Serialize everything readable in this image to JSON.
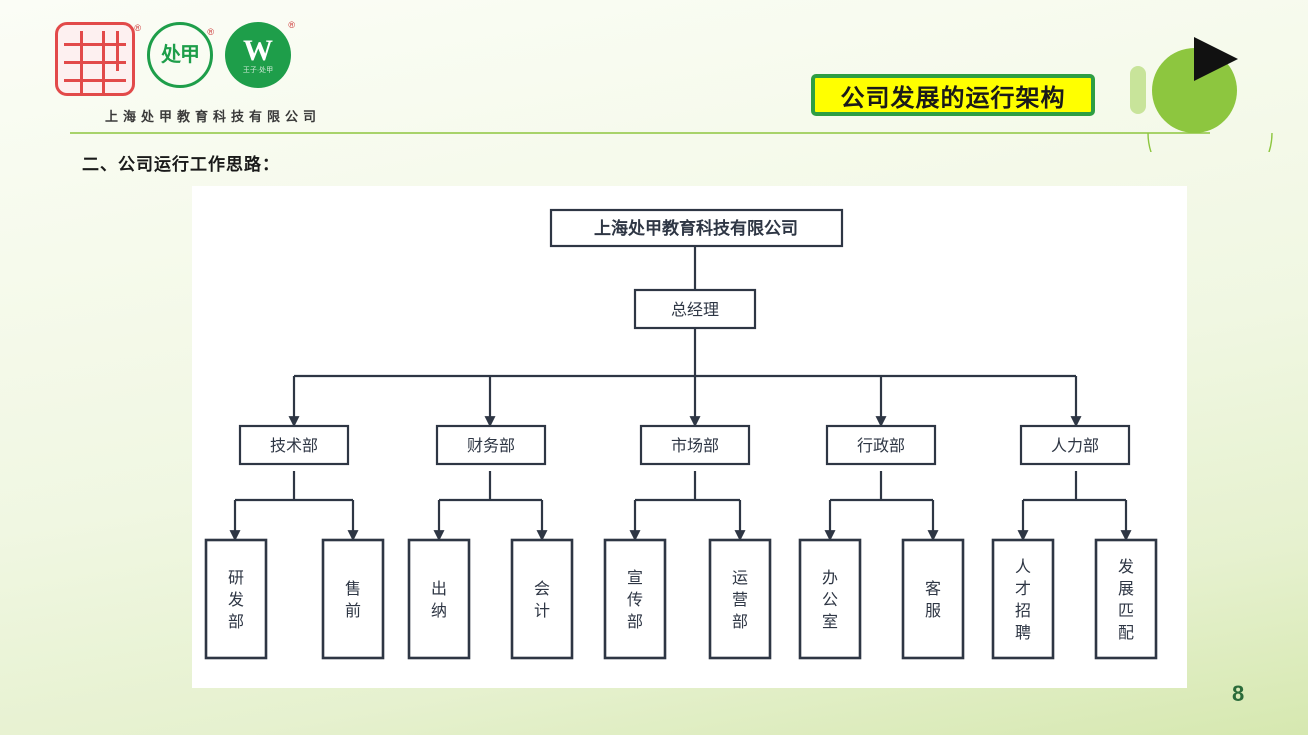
{
  "header": {
    "company_name": "上海处甲教育科技有限公司",
    "title": "公司发展的运行架构",
    "logo": {
      "seal_icon": "red-seal-icon",
      "circle1_text": "处甲",
      "circle2_text": "W",
      "circle2_sub": "王子·处甲",
      "reg_mark": "®"
    },
    "accent_green": "#8dc63f",
    "banner_bg": "#ffff00",
    "banner_border": "#2e9e43"
  },
  "section": {
    "heading": "二、公司运行工作思路："
  },
  "org_chart": {
    "root": "上海处甲教育科技有限公司",
    "manager": "总经理",
    "departments": [
      {
        "name": "技术部",
        "children": [
          "研发部",
          "售前"
        ]
      },
      {
        "name": "财务部",
        "children": [
          "出纳",
          "会计"
        ]
      },
      {
        "name": "市场部",
        "children": [
          "宣传部",
          "运营部"
        ]
      },
      {
        "name": "行政部",
        "children": [
          "办公室",
          "客服"
        ]
      },
      {
        "name": "人力部",
        "children": [
          "人才招聘",
          "发展匹配"
        ]
      }
    ]
  },
  "footer": {
    "page_number": "8"
  }
}
